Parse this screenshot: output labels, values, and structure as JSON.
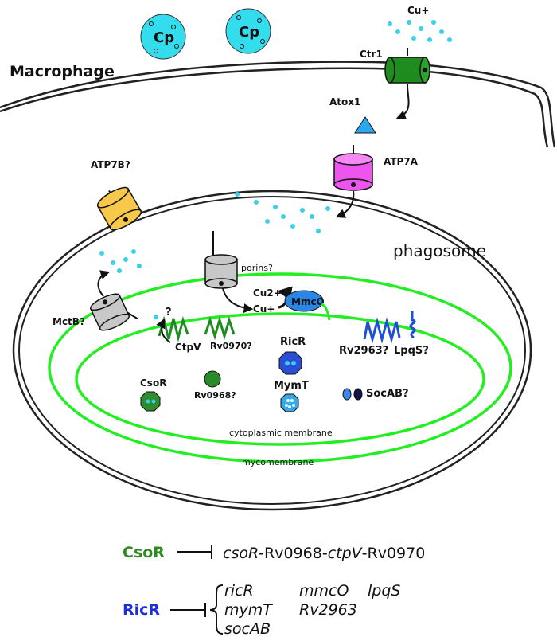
{
  "labels": {
    "cp1": "Cp",
    "cp2": "Cp",
    "cu_plus_top": "Cu+",
    "macrophage": "Macrophage",
    "ctr1": "Ctr1",
    "atox1": "Atox1",
    "atp7b": "ATP7B?",
    "atp7a": "ATP7A",
    "phagosome": "phagosome",
    "porins": "porins?",
    "mctb": "MctB?",
    "cu2": "Cu2+",
    "cu1": "Cu+",
    "mmco": "MmcO",
    "question": "?",
    "ctpv": "CtpV",
    "rv0970": "Rv0970?",
    "ricr_center": "RicR",
    "rv2963": "Rv2963?",
    "lpqs": "LpqS?",
    "csor_center": "CsoR",
    "rv0968": "Rv0968?",
    "mymt": "MymT",
    "socab": "SocAB?",
    "cytoplasmic_membrane": "cytoplasmic membrane",
    "mycomembrane": "mycomembrane"
  },
  "legend": {
    "csor": {
      "regulator": "CsoR",
      "color": "#2e8b1e",
      "genes": [
        {
          "text": "csoR",
          "italic": true
        },
        {
          "text": "-Rv0968-",
          "italic": false
        },
        {
          "text": "ctpV",
          "italic": true
        },
        {
          "text": "-Rv0970",
          "italic": false
        }
      ]
    },
    "ricr": {
      "regulator": "RicR",
      "color": "#1f2fd6",
      "genes": [
        "ricR",
        "mmcO",
        "lpqS",
        "mymT",
        "Rv2963",
        "socAB"
      ]
    }
  },
  "colors": {
    "cu_dot": "#3ad0e8",
    "cp_fill": "#33ddee",
    "membrane_green": "#22ee22",
    "ctr1": "#1e8c1e",
    "atp7a": "#ee55ee",
    "atp7b": "#f8c84a",
    "transporter_gray": "#c8c8c8",
    "atox1": "#2aa8ee",
    "mmco": "#2a86e6",
    "ricr": "#2a4ed6",
    "csor": "#2e8b2e",
    "rv0968": "#2a8a2a",
    "mymt": "#3aa6e6",
    "socab_light": "#3a86e6",
    "socab_dark": "#14144a"
  }
}
